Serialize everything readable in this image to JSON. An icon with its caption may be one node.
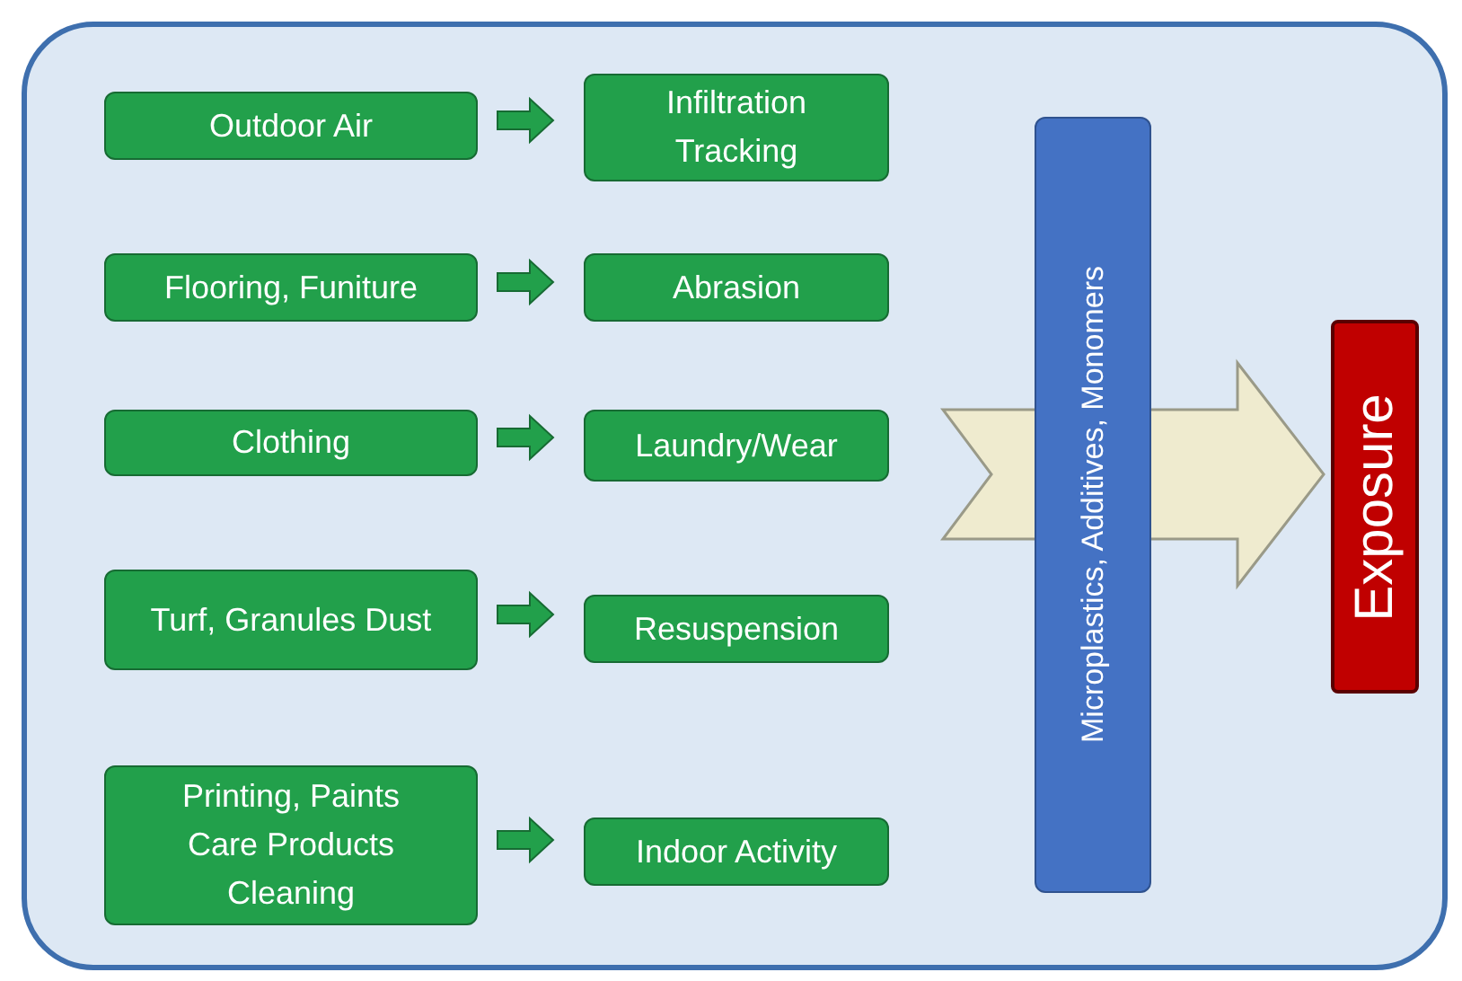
{
  "diagram": {
    "nodes": [
      {
        "text": [],
        "shape": "box"
      },
      {
        "text": [
          "Outdoor Air"
        ],
        "in": 0
      },
      {
        "text": [
          "Flooring, Funiture"
        ],
        "in": 0
      },
      {
        "text": [
          "Clothing"
        ],
        "in": 0
      },
      {
        "text": [
          "Turf, Granules Dust"
        ],
        "in": 0
      },
      {
        "text": [
          "Printing, Paints Care Products Cleaning"
        ],
        "in": 0
      },
      {
        "text": [
          "Infiltration Tracking"
        ],
        "in": 0
      },
      {
        "text": [
          "Abrasion"
        ],
        "in": 0
      },
      {
        "text": [
          "Laundry/Wear"
        ],
        "in": 0
      },
      {
        "text": [
          "Resuspension"
        ],
        "in": 0
      },
      {
        "text": [
          "Indoor Activity"
        ],
        "in": 0
      },
      {
        "text": [
          "Microplastics, Additives, Monomers"
        ],
        "in": 0
      },
      {
        "text": [
          "Exposure"
        ],
        "in": 0
      }
    ],
    "edges": [
      {
        "from": 1,
        "to": 6,
        "arrow": "to"
      },
      {
        "from": 2,
        "to": 7,
        "arrow": "to"
      },
      {
        "from": 3,
        "to": 8,
        "arrow": "to"
      },
      {
        "from": 4,
        "to": 9,
        "arrow": "to"
      },
      {
        "from": 5,
        "to": 10,
        "arrow": "to"
      },
      {
        "from": 11,
        "to": 12,
        "arrow": "to",
        "style": "thick",
        "color": "#efebcf"
      }
    ]
  }
}
